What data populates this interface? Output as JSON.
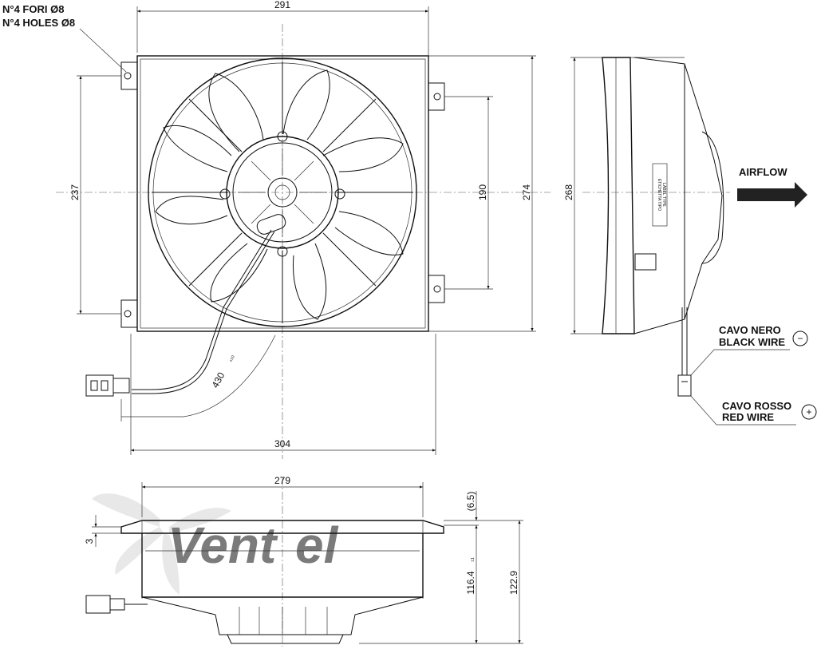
{
  "labels": {
    "holes_it": "N°4 FORI Ø8",
    "holes_en": "N°4 HOLES Ø8",
    "airflow": "AIRFLOW",
    "black_it": "CAVO NERO",
    "black_en": "BLACK WIRE",
    "red_it": "CAVO ROSSO",
    "red_en": "RED WIRE",
    "minus": "−",
    "plus": "+",
    "label_type_1": "ETICHETTA TIPO",
    "label_type_2": "LABEL TYPE",
    "watermark_a": "Vent",
    "watermark_b": "el"
  },
  "dimensions": {
    "width_top": "291",
    "width_bottom": "304",
    "height_holes": "237",
    "height_inner": "190",
    "height_total": "274",
    "depth_side": "268",
    "cable_length": "430",
    "cable_tol": "±10",
    "shroud_width": "279",
    "flange_offset": "(6.5)",
    "flange_thickness": "3",
    "depth_body": "116.4",
    "depth_body_tol": "±1",
    "depth_total": "122.9"
  },
  "colors": {
    "line": "#111111",
    "watermark_gray": "#d0d0d0",
    "watermark_blue": "#bcd7ee"
  }
}
